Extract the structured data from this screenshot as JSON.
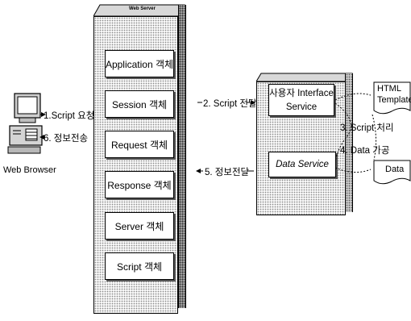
{
  "server_title": "Web Server",
  "objects": [
    "Application 객체",
    "Session 객체",
    "Request 객체",
    "Response 객체",
    "Server 객체",
    "Script 객체"
  ],
  "client": {
    "label": "Web Browser",
    "request": "1.Script 요청",
    "response": "6. 정보전송"
  },
  "arrows": {
    "script_transfer": "2. Script 전달",
    "info_transfer": "5. 정보전달"
  },
  "app_server": {
    "ui_service": [
      "사용자 Interface",
      "Service"
    ],
    "data_service": "Data Service"
  },
  "steps": {
    "script_process": "3. Script 처리",
    "data_process": "4. Data 가공"
  },
  "resources": {
    "html_template": [
      "HTML",
      "Template"
    ],
    "data": "Data"
  }
}
